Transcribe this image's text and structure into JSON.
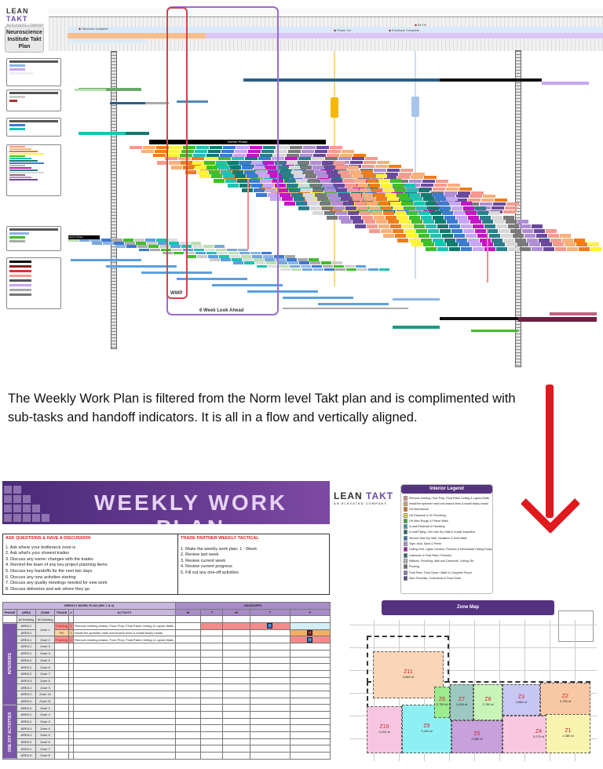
{
  "gantt": {
    "logo": {
      "lean": "LEAN",
      "takt": "TAKT",
      "tagline": "AN ELEVATED COMPANY"
    },
    "project_title": "Neuroscience Institute Takt Plan",
    "milestones": [
      "Structure complete",
      "Power On",
      "Envelope Complete",
      "Air On"
    ],
    "phase_bar_label": "Interior Phase",
    "wwp_label": "WWP",
    "lookahead_label": "6 Week Look Ahead",
    "colors": {
      "wwp_frame": "#d0454a",
      "lookahead_frame": "#9c6ccc"
    }
  },
  "description": "The Weekly Work Plan is filtered from the Norm level Takt plan and is complimented with sub-tasks and handoff indicators.  It is all in a flow and vertically aligned.",
  "arrow": {
    "icon": "arrow-down-icon",
    "color": "#e0191f"
  },
  "weekly_work_plan": {
    "title": "WEEKLY WORK PLAN",
    "discussion": {
      "heading": "ASK QUESTIONS & HAVE A DISCUSSION",
      "items": [
        "1. Ask where your bottleneck zone is",
        "2. Ask what's your slowest trades",
        "3. Discuss any owner changes with the trades",
        "4. Remind the team of any key project planning items",
        "5. Discuss key handoffs for the next two days",
        "6. Discuss any new activities starting",
        "7. Discuss any quality meetings needed for new work",
        "8. Discuss deliveries and ask where they go"
      ]
    },
    "tactical": {
      "heading": "TRADE PARTNER WEEKLY TACTICAL",
      "items": [
        "1. Make the weekly work plan: 1 - Week",
        "2. Review last week",
        "3. Review current week",
        "4. Review current progress",
        "5. Fill out any one-off activities"
      ]
    },
    "table": {
      "plan_header": "WEEKLY WORK PLAN (WK 1 & 2)",
      "handoffs_header": "HANDOFFS",
      "columns": [
        "PHASE",
        "AREA",
        "ZONE",
        "TRADE",
        "#",
        "ACTIVITY"
      ],
      "days": [
        "M",
        "T",
        "W",
        "T",
        "F"
      ],
      "phases": [
        "INTERIORS",
        "ONE OFF ACTIVITIES"
      ],
      "all_row": {
        "area": "All Building",
        "zone": "All Building"
      },
      "interior_rows": [
        {
          "area": "AREA 1",
          "zone": "Zone 1",
          "trade": "Framing",
          "num": "1",
          "activity": "Remove existing shaws, Floor Prep, Final Patch Ceiling & Layout Walls"
        },
        {
          "area": "AREA 2",
          "zone": "",
          "trade": "FS",
          "num": "2",
          "activity": "Install fire sprinkler main and branch lines & install flushy heads"
        },
        {
          "area": "AREA 1",
          "zone": "Zone 2",
          "trade": "Framing",
          "num": "1",
          "activity": "Remove existing shaws, Floor Prep, Final Patch Ceiling & Layout Walls"
        },
        {
          "area": "AREA 2",
          "zone": "Zone 3",
          "trade": "",
          "num": "",
          "activity": ""
        },
        {
          "area": "AREA 1",
          "zone": "Zone 4",
          "trade": "",
          "num": "",
          "activity": ""
        },
        {
          "area": "AREA 2",
          "zone": "Zone 5",
          "trade": "",
          "num": "",
          "activity": ""
        },
        {
          "area": "AREA 1",
          "zone": "Zone 6",
          "trade": "",
          "num": "",
          "activity": ""
        },
        {
          "area": "AREA 2",
          "zone": "Zone 7",
          "trade": "",
          "num": "",
          "activity": ""
        },
        {
          "area": "AREA 3",
          "zone": "Zone 8",
          "trade": "",
          "num": "",
          "activity": ""
        },
        {
          "area": "AREA 1",
          "zone": "Zone 9",
          "trade": "",
          "num": "",
          "activity": ""
        },
        {
          "area": "AREA 2",
          "zone": "Zone 10",
          "trade": "",
          "num": "",
          "activity": ""
        },
        {
          "area": "AREA 2",
          "zone": "Zone 11",
          "trade": "",
          "num": "",
          "activity": ""
        }
      ],
      "oneoff_rows": [
        {
          "area": "AREA 3",
          "zone": "Zone 1"
        },
        {
          "area": "AREA 1",
          "zone": "Zone 2"
        },
        {
          "area": "AREA 2",
          "zone": "Zone 3"
        },
        {
          "area": "AREA 3",
          "zone": "Zone 4"
        },
        {
          "area": "AREA 2",
          "zone": "Zone 5"
        },
        {
          "area": "AREA 1",
          "zone": "Zone 6"
        },
        {
          "area": "AREA 2",
          "zone": "Zone 7"
        },
        {
          "area": "AREA 3",
          "zone": "Zone 8"
        }
      ],
      "handoff_markers": [
        "1",
        "2",
        "1"
      ]
    }
  },
  "interior_legend": {
    "title": "Interior Legend",
    "items": [
      {
        "n": "1",
        "color": "#f59a8f",
        "label": "Remove existing, Floor Prep, Final Patch Ceiling & Layout Walls"
      },
      {
        "n": "2",
        "color": "#f8b07a",
        "label": "Install fire sprinkler main and branch lines & install flushy heads"
      },
      {
        "n": "3",
        "color": "#f07d1a",
        "label": "OH Mechanical"
      },
      {
        "n": "4",
        "color": "#fff23a",
        "label": "OH Electrical & OH Plumbing"
      },
      {
        "n": "5",
        "color": "#3fbf2a",
        "label": "OH Misc Rough & Frame Walls"
      },
      {
        "n": "6",
        "color": "#1fc2b0",
        "label": "In-wall Electrical & Plumbing"
      },
      {
        "n": "7",
        "color": "#127a6e",
        "label": "In-wall Piping, One side Dry Wall & In-wall Inspection"
      },
      {
        "n": "8",
        "color": "#3d7bd0",
        "label": "Second Side Dry Wall, Insulation & Hold Walls"
      },
      {
        "n": "9",
        "color": "#c6a7f2",
        "label": "Tape, Mud, Sand & Prime"
      },
      {
        "n": "10",
        "color": "#c615c6",
        "label": "Ceiling Grid, Lights, Devices, Finishes & Mechanical Ceiling Drops"
      },
      {
        "n": "11",
        "color": "#2b7f8a",
        "label": "Casework & Final Paint / Finishes"
      },
      {
        "n": "12",
        "color": "#d8d8d8",
        "label": "Millwork, Plumbing, Wall and Casework, Ceiling Tile"
      },
      {
        "n": "13",
        "color": "#7a7a7a",
        "label": "Flooring"
      },
      {
        "n": "14",
        "color": "#b08ed4",
        "label": "Final Paint, Final Clean / Walls & Complete Punch"
      },
      {
        "n": "15",
        "color": "#6a4a9c",
        "label": "Start Punchlist, Corrections & Final Clean"
      }
    ]
  },
  "zone_map": {
    "title": "Zone Map",
    "zones": [
      {
        "id": "Z11",
        "sf": "3,660 sf",
        "color": "#f9d6b8"
      },
      {
        "id": "Z10",
        "sf": "3,410 sf",
        "color": "#f6c6e0"
      },
      {
        "id": "Z9",
        "sf": "3,100 sf",
        "color": "#8ff0f4"
      },
      {
        "id": "Z8",
        "sf": "2,760 sf",
        "color": "#c8f4b8"
      },
      {
        "id": "Z7",
        "sf": "2,690 sf",
        "color": "#9cc8c0"
      },
      {
        "id": "Z6",
        "sf": "2,750 sf",
        "color": "#9ceb8f"
      },
      {
        "id": "Z3",
        "sf": "2,860 sf",
        "color": "#c8c6f2"
      },
      {
        "id": "Z2",
        "sf": "2,750 sf",
        "color": "#f8c8a4"
      },
      {
        "id": "Z5",
        "sf": "2,380 sf",
        "color": "#c7a0dc"
      },
      {
        "id": "Z4",
        "sf": "3,270 sf",
        "color": "#f8c8e0"
      },
      {
        "id": "Z1",
        "sf": "2,380 sf",
        "color": "#f8f4b0"
      }
    ]
  }
}
